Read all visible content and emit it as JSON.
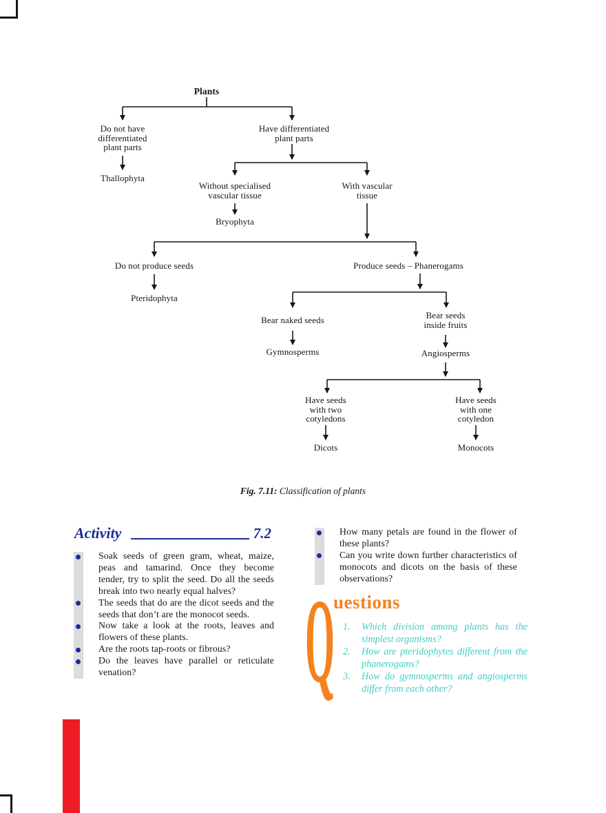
{
  "colors": {
    "ink": "#161616",
    "activity_blue": "#1b2c9b",
    "strip_gray": "#dcdcdc",
    "orange": "#f5821f",
    "teal": "#3fcdc5",
    "red_bar": "#ee1c25"
  },
  "flowchart": {
    "nodes": {
      "plants": "Plants",
      "no_diff": "Do not have\ndifferentiated\nplant parts",
      "thallophyta": "Thallophyta",
      "have_diff": "Have differentiated\nplant parts",
      "without_vascular": "Without specialised\nvascular tissue",
      "bryophyta": "Bryophyta",
      "with_vascular": "With vascular\ntissue",
      "no_seeds": "Do not produce seeds",
      "pteridophyta": "Pteridophyta",
      "produce_seeds": "Produce seeds – Phanerogams",
      "naked_seeds": "Bear naked seeds",
      "gymnosperms": "Gymnosperms",
      "seeds_in_fruit": "Bear seeds\ninside fruits",
      "angiosperms": "Angiosperms",
      "two_cotyledons": "Have seeds\nwith two\ncotyledons",
      "dicots": "Dicots",
      "one_cotyledon": "Have seeds\nwith one\ncotyledon",
      "monocots": "Monocots"
    },
    "caption": {
      "fig": "Fig. 7.11:",
      "text": " Classification of plants"
    }
  },
  "activity": {
    "title": "Activity",
    "number": "7.2",
    "bullets_left": [
      "Soak seeds of green gram, wheat, maize, peas and tamarind. Once they become tender, try to split the seed. Do all the seeds break into two nearly equal halves?",
      "The seeds that do are the dicot seeds and the seeds that don’t are the monocot seeds.",
      "Now take a look at the roots, leaves and flowers of these plants.",
      "Are the roots tap-roots or fibrous?",
      "Do the leaves have parallel or reticulate venation?"
    ],
    "bullets_right": [
      "How many petals are found in the flower of these plants?",
      "Can you write down further characteristics of monocots and dicots on the basis of these observations?"
    ]
  },
  "questions": {
    "drop_cap": "Q",
    "title_rest": "uestions",
    "items": [
      {
        "n": "1.",
        "text": "Which division among plants has the simplest organisms?"
      },
      {
        "n": "2.",
        "text": "How are pteridophytes different from the phanerogams?"
      },
      {
        "n": "3.",
        "text": "How do gymnosperms and angiosperms differ from each other?"
      }
    ]
  }
}
